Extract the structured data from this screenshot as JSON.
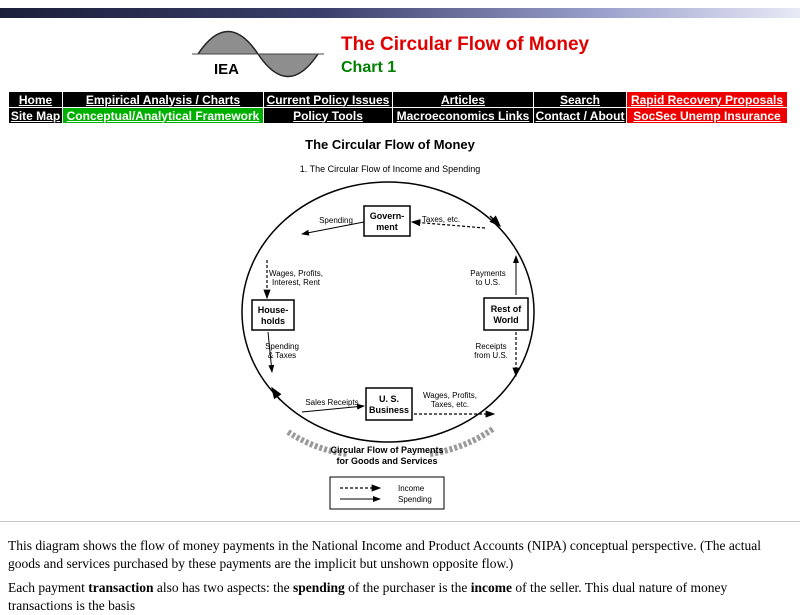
{
  "logo": {
    "text": "IEA"
  },
  "header": {
    "title": "The Circular Flow of Money",
    "subtitle": "Chart 1"
  },
  "nav": {
    "row1": [
      {
        "label": "Home",
        "style": "black"
      },
      {
        "label": "Empirical Analysis / Charts",
        "style": "black"
      },
      {
        "label": "Current Policy Issues",
        "style": "black"
      },
      {
        "label": "Articles",
        "style": "black"
      },
      {
        "label": "Search",
        "style": "black"
      },
      {
        "label": "Rapid Recovery Proposals",
        "style": "red"
      }
    ],
    "row2": [
      {
        "label": "Site Map",
        "style": "black"
      },
      {
        "label": "Conceptual/Analytical Framework",
        "style": "green"
      },
      {
        "label": "Policy Tools",
        "style": "black"
      },
      {
        "label": "Macroeconomics Links",
        "style": "black"
      },
      {
        "label": "Contact / About",
        "style": "black"
      },
      {
        "label": "SocSec Unemp Insurance",
        "style": "red"
      }
    ]
  },
  "diagram": {
    "title": "The Circular Flow of Money",
    "subtitle": "1.  The Circular Flow of Income and Spending",
    "boxes": {
      "government": [
        "Govern-",
        "ment"
      ],
      "households": [
        "House-",
        "holds"
      ],
      "rest_of_world": [
        "Rest of",
        "World"
      ],
      "us_business": [
        "U. S.",
        "Business"
      ]
    },
    "labels": {
      "spending_top": "Spending",
      "taxes": "Taxes, etc.",
      "wages_left": [
        "Wages, Profits,",
        "Interest, Rent"
      ],
      "payments_us": [
        "Payments",
        "to U.S."
      ],
      "spending_taxes": [
        "Spending",
        "& Taxes"
      ],
      "receipts_us": [
        "Receipts",
        "from U.S."
      ],
      "sales_receipts": "Sales Receipts",
      "wages_right": [
        "Wages, Profits,",
        "Taxes, etc."
      ]
    },
    "caption": [
      "Circular Flow of Payments",
      "for Goods and Services"
    ],
    "legend": {
      "income": "Income",
      "spending": "Spending"
    }
  },
  "body": {
    "p1": "This diagram shows the flow of money payments in the National Income and Product Accounts (NIPA) conceptual perspective. (The actual goods and services purchased by these payments are the implicit but unshown opposite flow.)",
    "p2_parts": [
      "Each payment ",
      "transaction",
      " also has two aspects: the ",
      "spending",
      " of the purchaser is the ",
      "income",
      " of the seller. This dual nature of money transactions is the basis"
    ]
  },
  "colors": {
    "title_red": "#e00000",
    "subtitle_green": "#008000",
    "nav_black": "#000000",
    "nav_green": "#00b000",
    "nav_red": "#ee0000"
  }
}
